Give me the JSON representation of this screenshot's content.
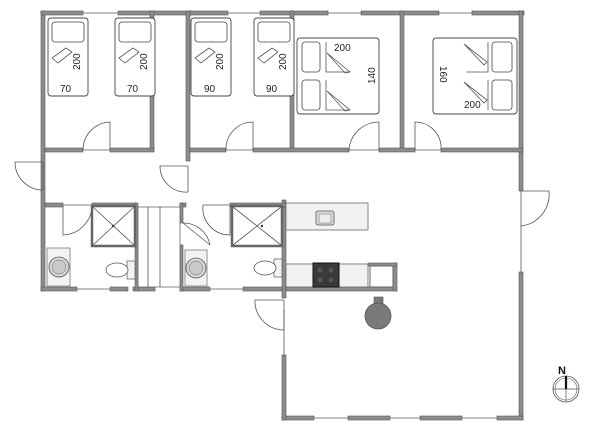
{
  "floorplan": {
    "rooms": [
      {
        "name": "bedroom-1",
        "beds": [
          {
            "width": "70",
            "length": "200"
          },
          {
            "width": "70",
            "length": "200"
          }
        ]
      },
      {
        "name": "bedroom-2",
        "beds": [
          {
            "width": "90",
            "length": "200"
          },
          {
            "width": "90",
            "length": "200"
          }
        ]
      },
      {
        "name": "bedroom-3",
        "beds": [
          {
            "width": "140",
            "length": "200"
          }
        ]
      },
      {
        "name": "bedroom-4",
        "beds": [
          {
            "width": "160",
            "length": "200"
          }
        ]
      },
      {
        "name": "bathroom-1"
      },
      {
        "name": "bathroom-2"
      },
      {
        "name": "kitchen-living"
      }
    ],
    "labels": {
      "b1_bed1_len": "200",
      "b1_bed1_w": "70",
      "b1_bed2_len": "200",
      "b1_bed2_w": "70",
      "b2_bed1_len": "200",
      "b2_bed1_w": "90",
      "b2_bed2_len": "200",
      "b2_bed2_w": "90",
      "b3_len": "200",
      "b3_w": "140",
      "b4_len": "200",
      "b4_w": "160"
    },
    "compass": {
      "label": "N"
    },
    "colors": {
      "wall": "#8c8c8c",
      "stove": "#3a3a3a",
      "table": "#7a7a7a"
    }
  }
}
